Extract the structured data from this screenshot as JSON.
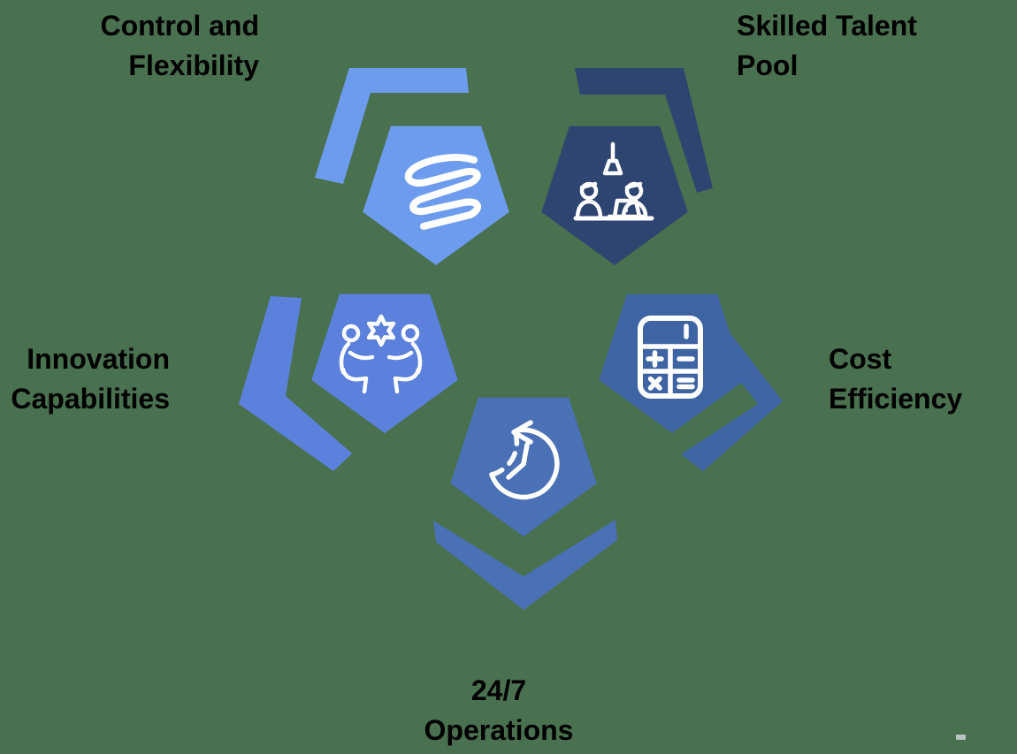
{
  "background_color": "#49714F",
  "icon_stroke_color": "#FFFFFF",
  "artifact_color": "#CDD2D7",
  "items": [
    {
      "id": "control-flexibility",
      "label_line1": "Control and",
      "label_line2": "Flexibility",
      "color": "#6D9CEF",
      "icon": "spring-icon"
    },
    {
      "id": "skilled-talent-pool",
      "label_line1": "Skilled Talent",
      "label_line2": "Pool",
      "color": "#2F4571",
      "icon": "workers-at-desk-icon"
    },
    {
      "id": "innovation-capabilities",
      "label_line1": "Innovation",
      "label_line2": "Capabilities",
      "color": "#5B81DC",
      "icon": "people-collaboration-icon"
    },
    {
      "id": "cost-efficiency",
      "label_line1": "Cost",
      "label_line2": "Efficiency",
      "color": "#3E64A4",
      "icon": "calculator-icon"
    },
    {
      "id": "operations-24-7",
      "label_line1": "24/7",
      "label_line2": "Operations",
      "color": "#4A70B6",
      "icon": "clock-history-icon"
    }
  ]
}
